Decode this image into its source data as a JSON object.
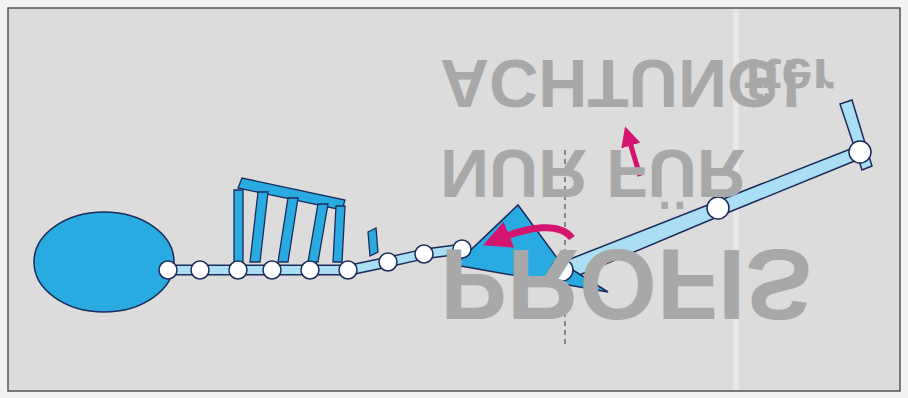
{
  "diagram": {
    "labels": [
      "ACHTUNG!",
      "NUR FÜR",
      "PROFIS",
      "fter"
    ]
  }
}
